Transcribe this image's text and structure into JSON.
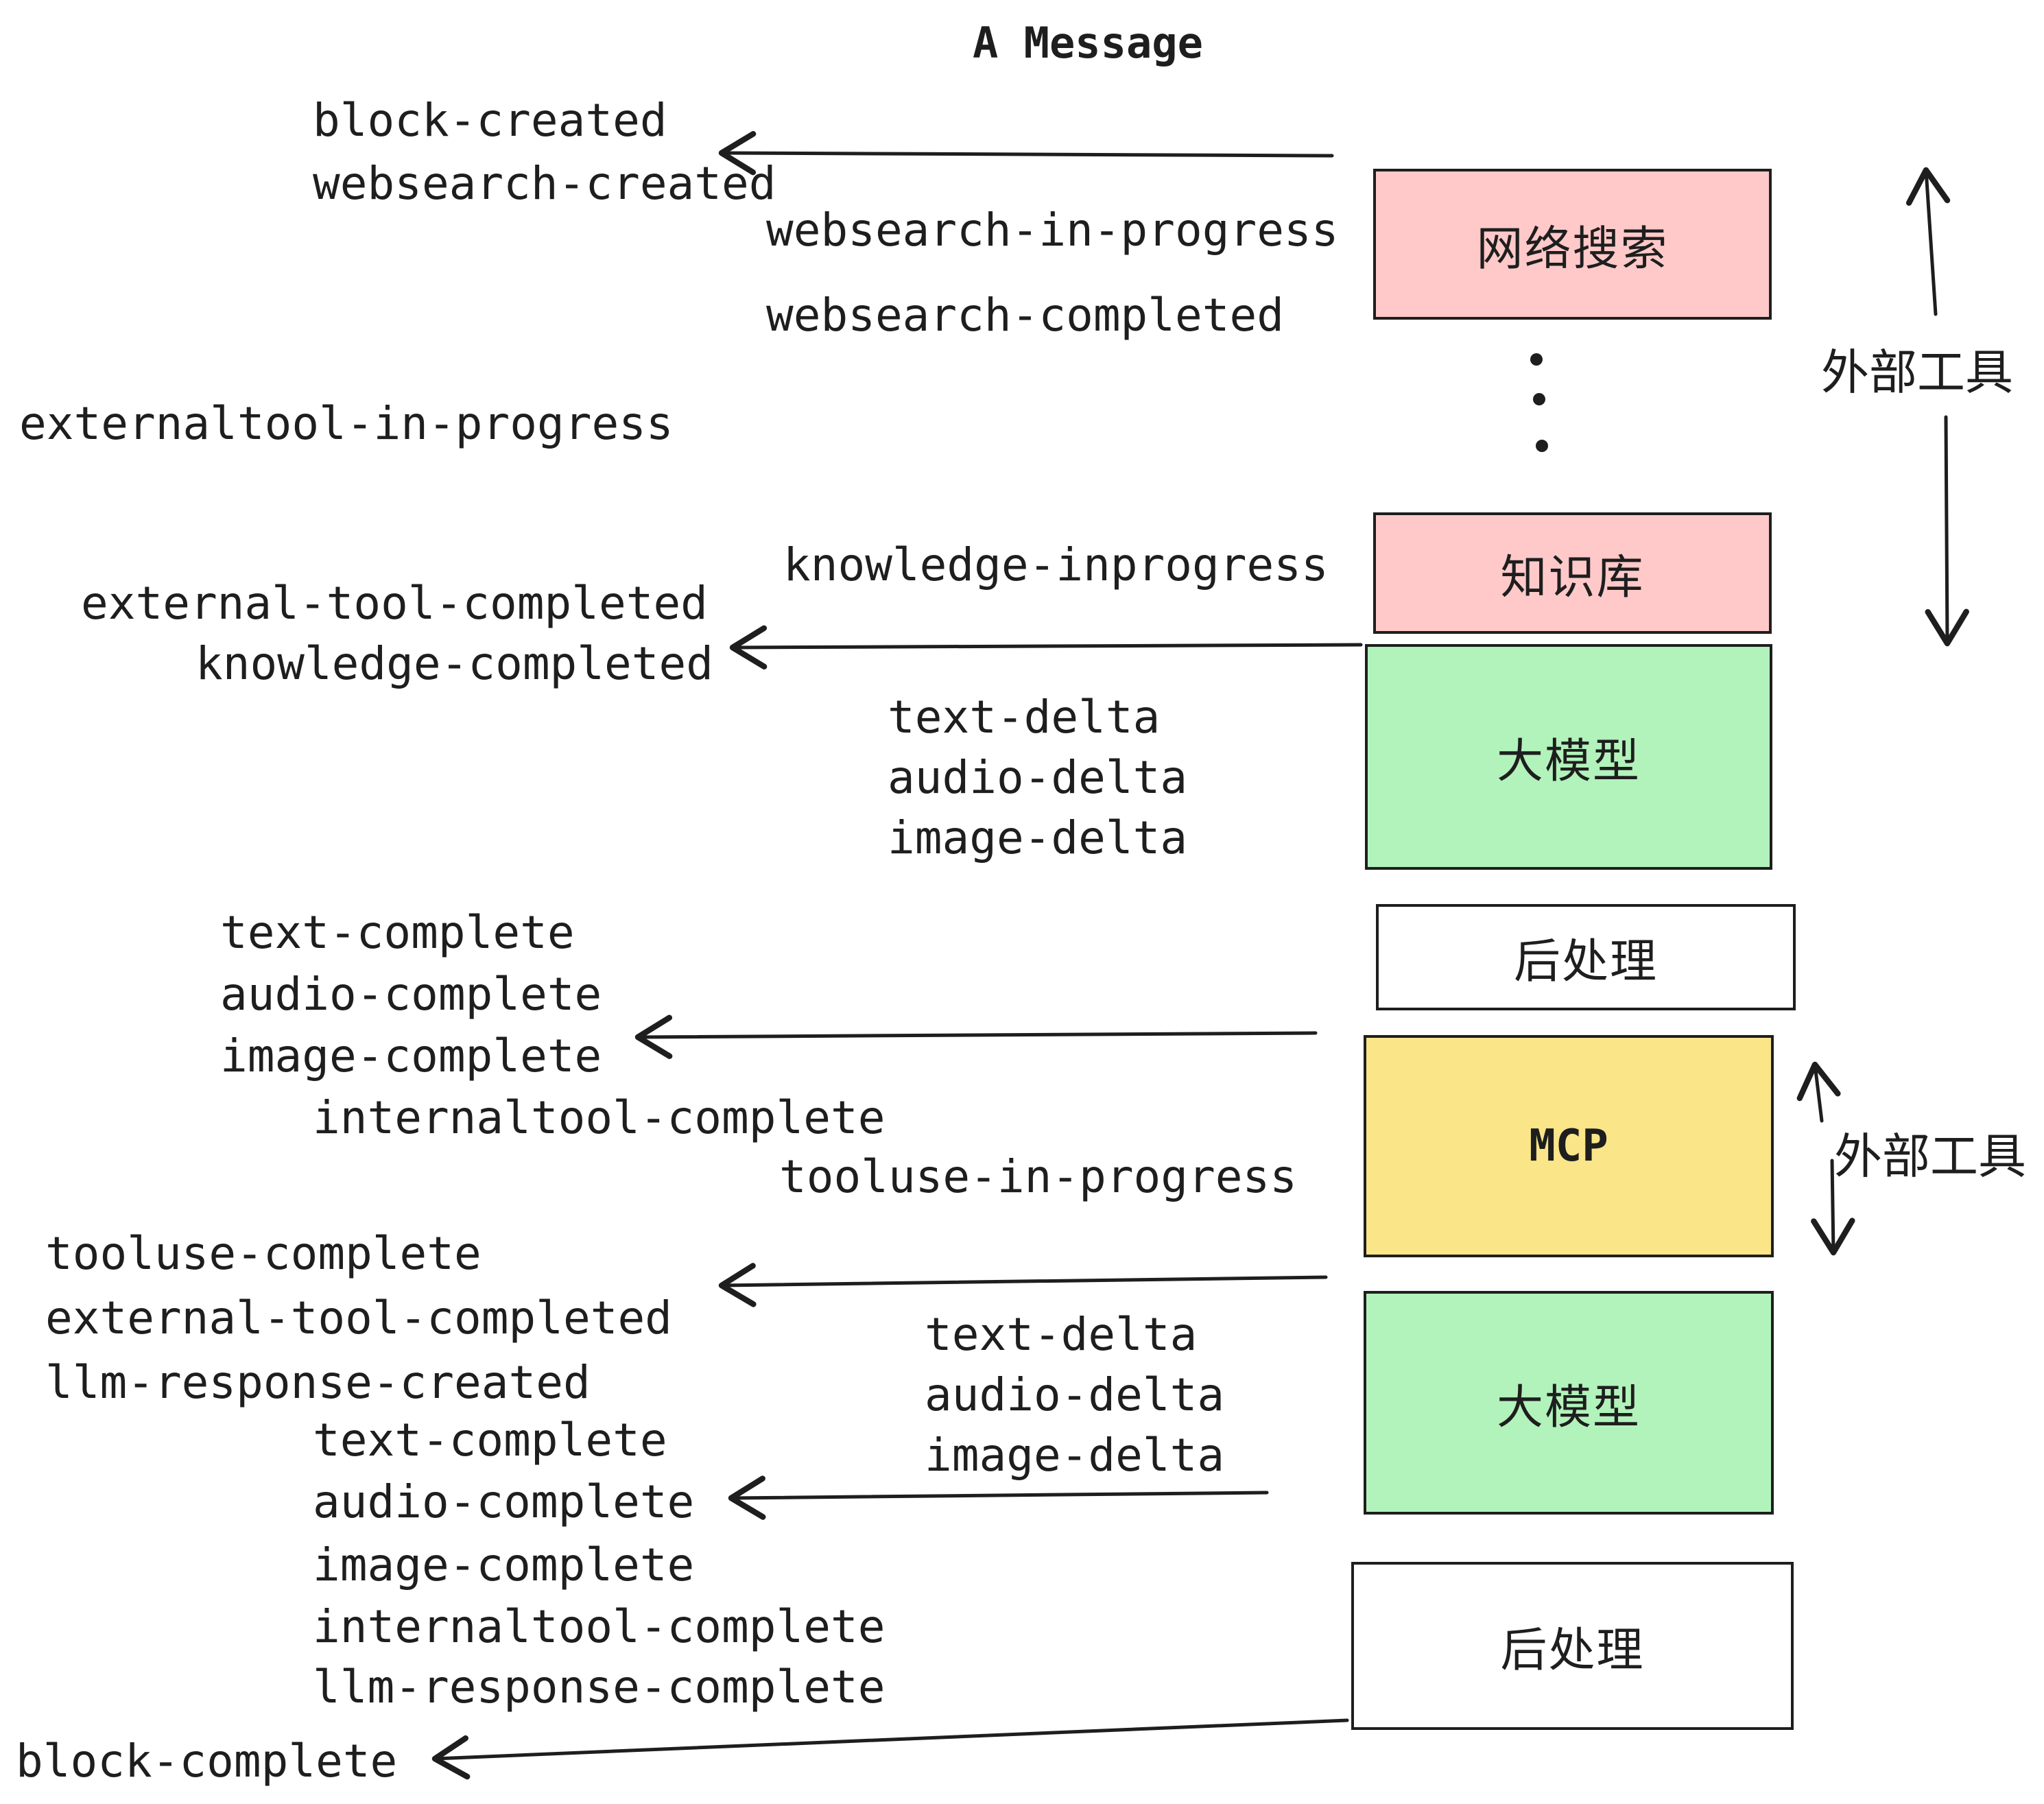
{
  "title": "A Message",
  "boxes": [
    {
      "label": "网络搜索",
      "color": "#FFC9C9"
    },
    {
      "label": "知识库",
      "color": "#FFC9C9"
    },
    {
      "label": "大模型",
      "color": "#B2F2BB"
    },
    {
      "label": "后处理",
      "color": "#FFFFFF"
    },
    {
      "label": "MCP",
      "color": "#FAE588"
    },
    {
      "label": "大模型",
      "color": "#B2F2BB"
    },
    {
      "label": "后处理",
      "color": "#FFFFFF"
    }
  ],
  "side_labels": [
    {
      "text": "外部工具"
    },
    {
      "text": "外部工具"
    }
  ],
  "events": [
    {
      "text": "block-created"
    },
    {
      "text": "websearch-created"
    },
    {
      "text": "websearch-in-progress"
    },
    {
      "text": "websearch-completed"
    },
    {
      "text": "externaltool-in-progress"
    },
    {
      "text": "knowledge-inprogress"
    },
    {
      "text": "external-tool-completed"
    },
    {
      "text": "knowledge-completed"
    },
    {
      "text": "text-delta"
    },
    {
      "text": "audio-delta"
    },
    {
      "text": "image-delta"
    },
    {
      "text": "text-complete"
    },
    {
      "text": "audio-complete"
    },
    {
      "text": "image-complete"
    },
    {
      "text": "internaltool-complete"
    },
    {
      "text": "tooluse-in-progress"
    },
    {
      "text": "tooluse-complete"
    },
    {
      "text": "external-tool-completed"
    },
    {
      "text": "llm-response-created"
    },
    {
      "text": "text-delta"
    },
    {
      "text": "audio-delta"
    },
    {
      "text": "image-delta"
    },
    {
      "text": "text-complete"
    },
    {
      "text": "audio-complete"
    },
    {
      "text": "image-complete"
    },
    {
      "text": "internaltool-complete"
    },
    {
      "text": "llm-response-complete"
    },
    {
      "text": "block-complete"
    }
  ],
  "decorations": {
    "ellipsis": "⋮"
  },
  "colors": {
    "ink": "#1e1e1e",
    "pink": "#FFC9C9",
    "green": "#B2F2BB",
    "yellow": "#FAE588",
    "background": "#FFFFFF"
  }
}
